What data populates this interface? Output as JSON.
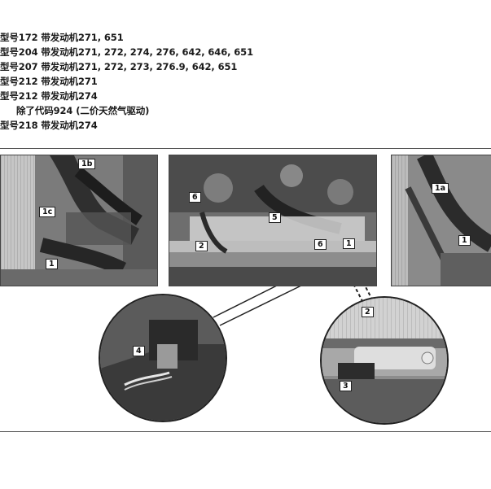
{
  "applicability": [
    "型号172 带发动机271, 651",
    "型号204 带发动机271, 272, 274, 276, 642, 646, 651",
    "型号207 带发动机271, 272, 273, 276.9, 642, 651",
    "型号212 带发动机271",
    "型号212 带发动机274",
    "除了代码924 (二价天然气驱动)",
    "型号218 带发动机274"
  ],
  "callouts": {
    "left_1b": "1b",
    "left_1c": "1c",
    "left_1": "1",
    "center_6a": "6",
    "center_5": "5",
    "center_2": "2",
    "center_6b": "6",
    "center_1": "1",
    "right_1a": "1a",
    "right_1": "1",
    "zoomL_4": "4",
    "zoomR_2": "2",
    "zoomR_3": "3"
  },
  "colors": {
    "photo_dark": "#3b3b3b",
    "photo_mid": "#8a8a8a",
    "photo_light": "#cfcfcf",
    "rule": "#555555"
  }
}
